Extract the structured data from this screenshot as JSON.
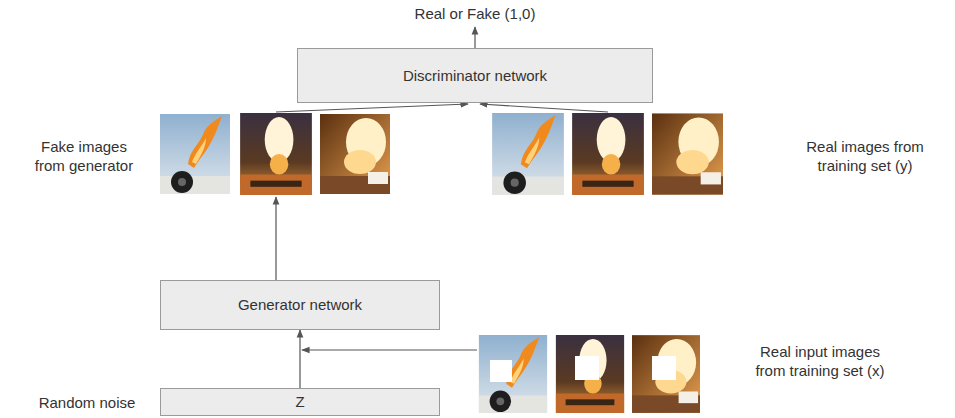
{
  "diagram": {
    "nodes": [
      {
        "text": [
          "Discriminator network"
        ]
      },
      {
        "text": [
          "Generator network"
        ]
      },
      {
        "text": [
          "Z"
        ]
      }
    ],
    "edges": [
      {
        "from": 2,
        "to": 1,
        "arrow": "to"
      }
    ],
    "labels": [
      "Real or Fake (1,0)",
      "Fake images from generator",
      "Real images from training set (y)",
      "Real input images from training set (x)",
      "Random noise"
    ]
  }
}
